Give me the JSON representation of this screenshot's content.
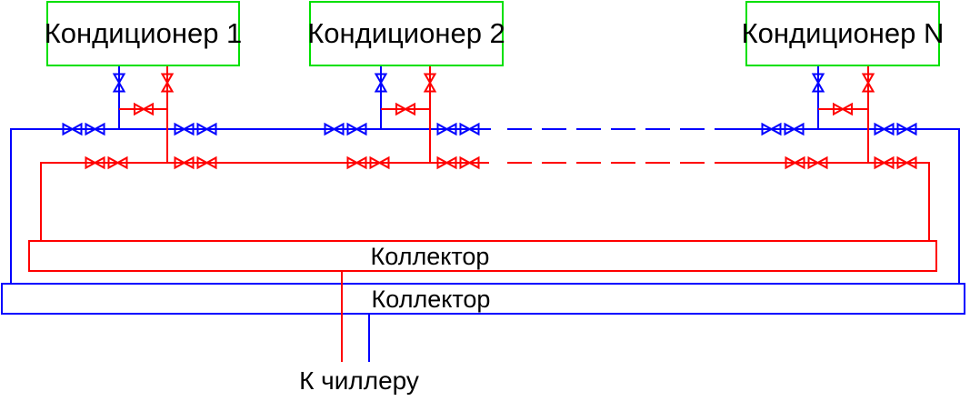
{
  "colors": {
    "pipe_supply": "#ff0000",
    "pipe_return": "#0000ff",
    "unit_border": "#00e000",
    "text": "#000000",
    "background": "#ffffff"
  },
  "units": [
    {
      "label": "Кондиционер 1"
    },
    {
      "label": "Кондиционер 2"
    },
    {
      "label": "Кондиционер N"
    }
  ],
  "collectors": {
    "supply_label": "Коллектор",
    "return_label": "Коллектор"
  },
  "chiller": {
    "label": "К чиллеру"
  }
}
